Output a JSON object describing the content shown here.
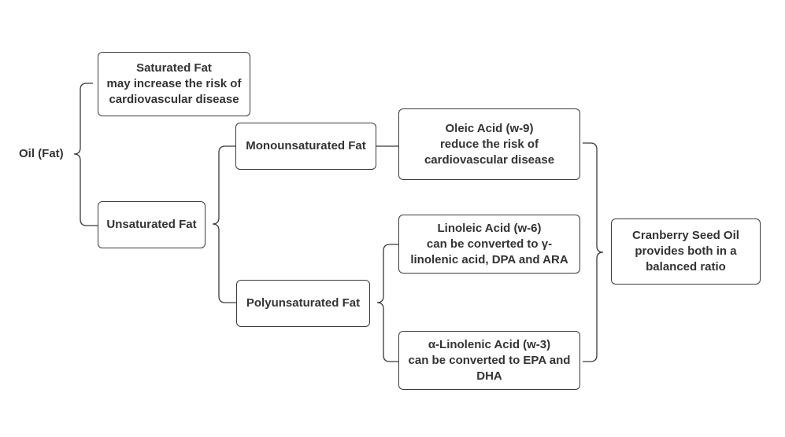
{
  "root": {
    "label": "Oil (Fat)"
  },
  "saturated": {
    "lines": [
      "Saturated Fat",
      "may increase the risk of",
      "cardiovascular disease"
    ]
  },
  "unsaturated": {
    "label": "Unsaturated Fat"
  },
  "monounsaturated": {
    "label": "Monounsaturated Fat"
  },
  "polyunsaturated": {
    "label": "Polyunsaturated Fat"
  },
  "oleic": {
    "lines": [
      "Oleic Acid (w-9)",
      "reduce the risk of",
      "cardiovascular disease"
    ]
  },
  "linoleic": {
    "lines": [
      "Linoleic Acid (w-6)",
      "can be converted to γ-",
      "linolenic acid, DPA and ARA"
    ]
  },
  "alpha_linolenic": {
    "lines": [
      "α-Linolenic Acid (w-3)",
      "can be converted to EPA and",
      "DHA"
    ]
  },
  "cranberry": {
    "lines": [
      "Cranberry Seed Oil",
      "provides both in a",
      "balanced ratio"
    ]
  }
}
